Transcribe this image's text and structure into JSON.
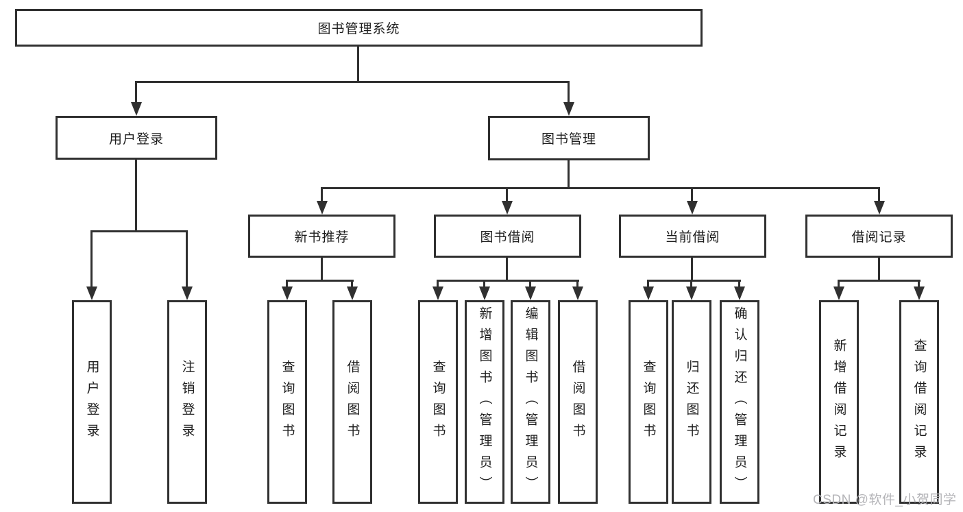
{
  "tree": {
    "root": {
      "label": "图书管理系统"
    },
    "branches": [
      {
        "label": "用户登录",
        "children": [
          {
            "label": "用户登录"
          },
          {
            "label": "注销登录"
          }
        ]
      },
      {
        "label": "图书管理",
        "sections": [
          {
            "label": "新书推荐",
            "children": [
              {
                "label": "查询图书"
              },
              {
                "label": "借阅图书"
              }
            ]
          },
          {
            "label": "图书借阅",
            "children": [
              {
                "label": "查询图书"
              },
              {
                "label": "新增图书（管理员）"
              },
              {
                "label": "编辑图书（管理员）"
              },
              {
                "label": "借阅图书"
              }
            ]
          },
          {
            "label": "当前借阅",
            "children": [
              {
                "label": "查询图书"
              },
              {
                "label": "归还图书"
              },
              {
                "label": "确认归还（管理员）"
              }
            ]
          },
          {
            "label": "借阅记录",
            "children": [
              {
                "label": "新增借阅记录"
              },
              {
                "label": "查询借阅记录"
              }
            ]
          }
        ]
      }
    ]
  },
  "watermark": {
    "text": "CSDN @软件_小贺同学"
  },
  "colors": {
    "line": "#303030",
    "text": "#1e1e1e",
    "background": "#ffffff",
    "watermark": "#b4b4b8"
  }
}
